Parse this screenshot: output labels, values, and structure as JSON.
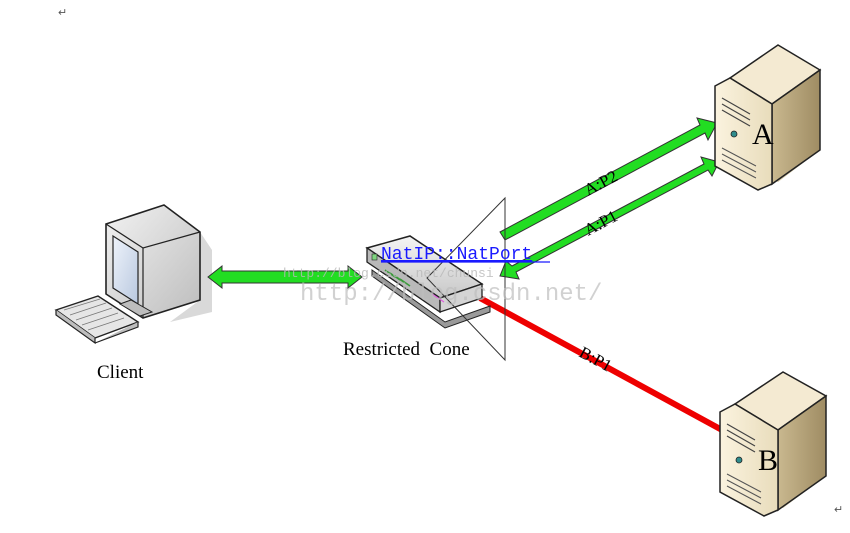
{
  "client": {
    "label": "Client"
  },
  "nat": {
    "label": "Restricted  Cone",
    "address_label": "NatIP::NatPort",
    "address_color": "#1a1aff"
  },
  "servers": {
    "a": {
      "label": "A"
    },
    "b": {
      "label": "B"
    }
  },
  "links": {
    "a_p2": {
      "label": "A:P2",
      "color": "#22dd22"
    },
    "a_p1": {
      "label": "A:P1",
      "color": "#22dd22"
    },
    "b_p1": {
      "label": "B:P1",
      "color": "#ee0000"
    },
    "client_nat": {
      "color": "#22dd22"
    }
  },
  "watermark": {
    "small": "http://blog.csdn.net/chunsi",
    "large": "http://blog.csdn.net/"
  },
  "marks": {
    "paragraph": "↵"
  }
}
